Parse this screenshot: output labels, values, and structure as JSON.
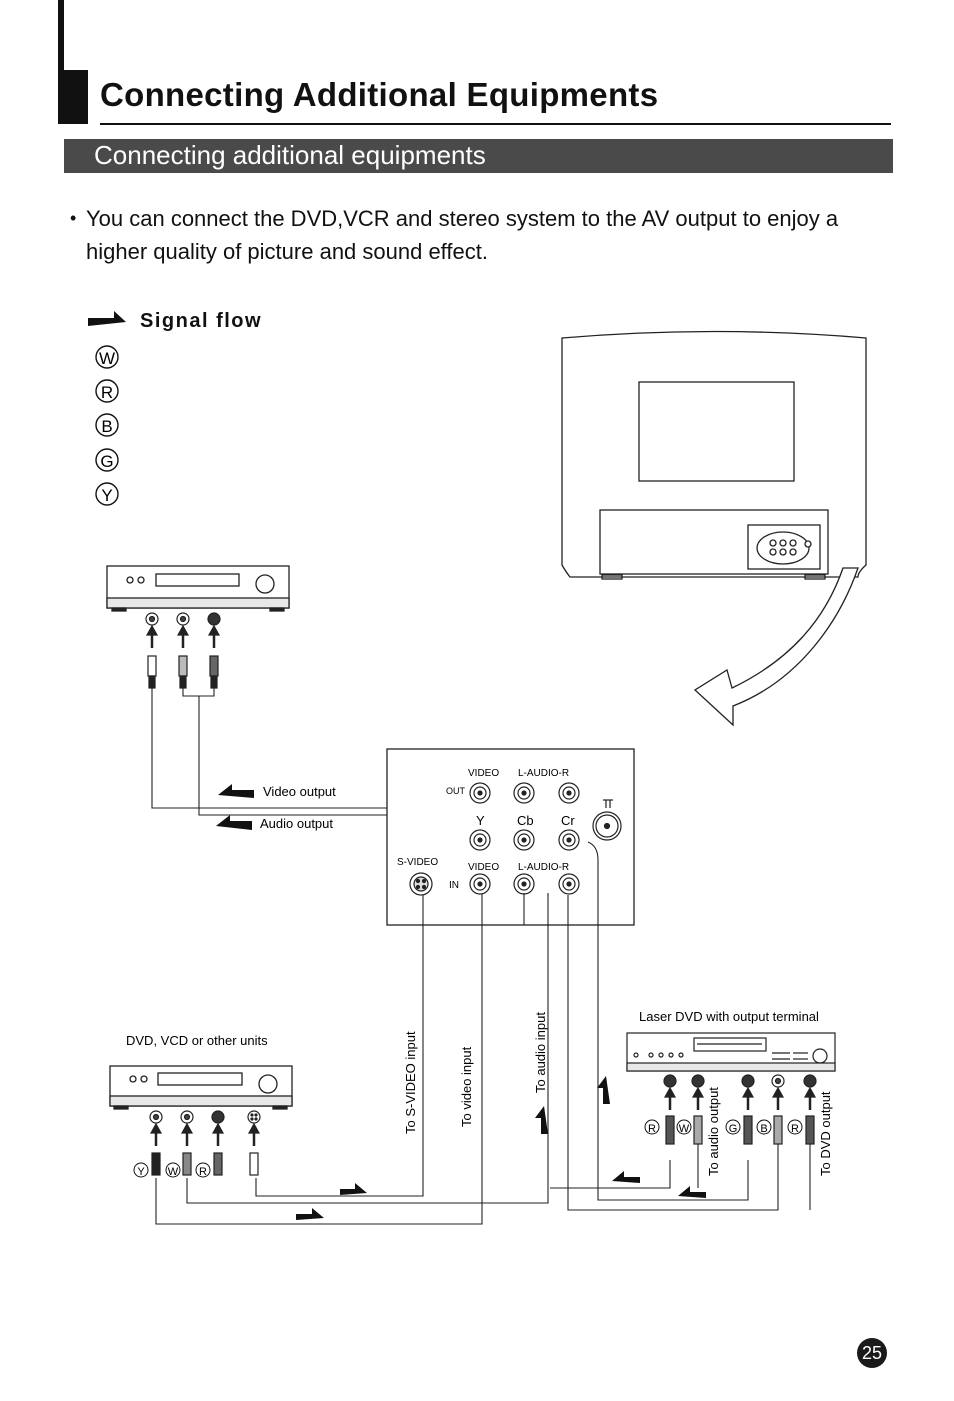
{
  "heading": {
    "title": "Connecting Additional Equipments",
    "subtitle": "Connecting additional equipments"
  },
  "intro": {
    "bullet_symbol": "•",
    "text": "You can connect the DVD,VCR and stereo system to the AV output to enjoy a higher quality of picture and sound effect."
  },
  "legend": {
    "title": "Signal flow",
    "codes": [
      "W",
      "R",
      "B",
      "G",
      "Y"
    ]
  },
  "panel": {
    "video_label_top": "VIDEO",
    "audio_label_top": "L-AUDIO-R",
    "out_label": "OUT",
    "y_label": "Y",
    "cb_label": "Cb",
    "cr_label": "Cr",
    "svideo_label": "S-VIDEO",
    "video_label_bottom": "VIDEO",
    "audio_label_bottom": "L-AUDIO-R",
    "in_label": "IN"
  },
  "labels": {
    "video_output": "Video output",
    "audio_output": "Audio output",
    "dvd_units": "DVD, VCD or other units",
    "laser_dvd": "Laser DVD with output terminal",
    "to_svideo": "To S-VIDEO input",
    "to_video": "To video input",
    "to_audio_input": "To audio input",
    "to_audio_output": "To audio output",
    "to_dvd_output": "To DVD output"
  },
  "plug_codes": {
    "left_unit": [
      "Y",
      "W",
      "R"
    ],
    "right_unit": [
      "R",
      "W",
      "G",
      "B",
      "R"
    ]
  },
  "page_number": "25"
}
